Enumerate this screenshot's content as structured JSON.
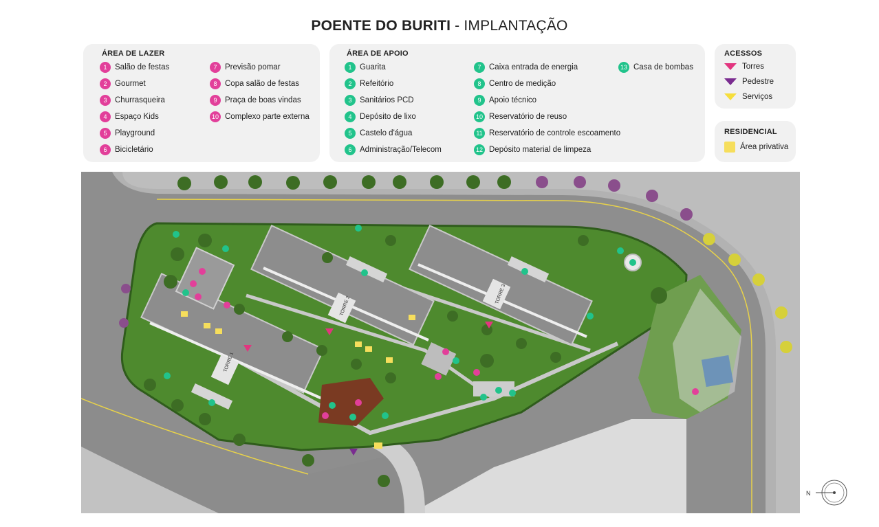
{
  "header": {
    "title_bold": "POENTE DO BURITI",
    "title_rest": " - IMPLANTAÇÃO"
  },
  "lazer": {
    "heading": "ÁREA DE LAZER",
    "items": [
      {
        "n": "1",
        "label": "Salão de festas"
      },
      {
        "n": "2",
        "label": "Gourmet"
      },
      {
        "n": "3",
        "label": "Churrasqueira"
      },
      {
        "n": "4",
        "label": "Espaço Kids"
      },
      {
        "n": "5",
        "label": "Playground"
      },
      {
        "n": "6",
        "label": "Bicicletário"
      },
      {
        "n": "7",
        "label": "Previsão pomar"
      },
      {
        "n": "8",
        "label": "Copa salão de festas"
      },
      {
        "n": "9",
        "label": "Praça de boas vindas"
      },
      {
        "n": "10",
        "label": "Complexo parte externa"
      }
    ]
  },
  "apoio": {
    "heading": "ÁREA DE APOIO",
    "items": [
      {
        "n": "1",
        "label": "Guarita"
      },
      {
        "n": "2",
        "label": "Refeitório"
      },
      {
        "n": "3",
        "label": "Sanitários PCD"
      },
      {
        "n": "4",
        "label": "Depósito de lixo"
      },
      {
        "n": "5",
        "label": "Castelo d'água"
      },
      {
        "n": "6",
        "label": "Administração/Telecom"
      },
      {
        "n": "7",
        "label": "Caixa entrada de energia"
      },
      {
        "n": "8",
        "label": "Centro de medição"
      },
      {
        "n": "9",
        "label": "Apoio técnico"
      },
      {
        "n": "10",
        "label": "Reservatório de reuso"
      },
      {
        "n": "11",
        "label": "Reservatório de controle escoamento"
      },
      {
        "n": "12",
        "label": "Depósito material de limpeza"
      },
      {
        "n": "13",
        "label": "Casa de bombas"
      }
    ]
  },
  "acessos": {
    "heading": "ACESSOS",
    "items": [
      {
        "label": "Torres",
        "color": "#e2357f"
      },
      {
        "label": "Pedestre",
        "color": "#7a2c90"
      },
      {
        "label": "Serviços",
        "color": "#f6de3c"
      }
    ]
  },
  "residencial": {
    "heading": "RESIDENCIAL",
    "label": "Área privativa",
    "color": "#f6de5c"
  },
  "map": {
    "towers": [
      "TORRE 1",
      "TORRE 2",
      "TORRE 3"
    ],
    "compass_label": "N"
  },
  "colors": {
    "pink": "#e23f9a",
    "green": "#21c38b",
    "lawn": "#4e8a2e",
    "road": "#8f8f8f"
  }
}
